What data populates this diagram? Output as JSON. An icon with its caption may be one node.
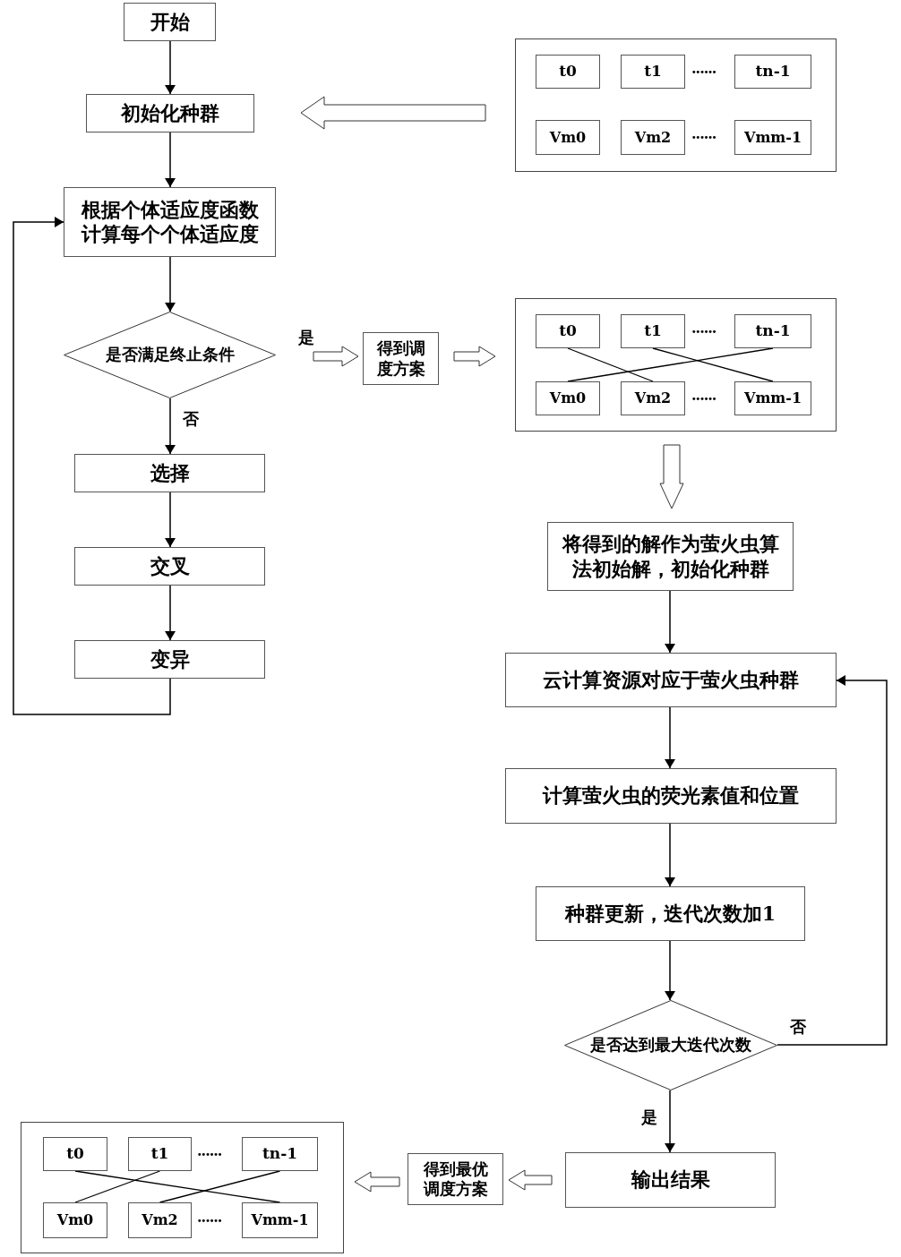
{
  "diagram": {
    "nodes": [
      {
        "text": [
          "开始"
        ]
      },
      {
        "text": [
          "初始化种群"
        ]
      },
      {
        "text": [],
        "shape": "box"
      },
      {
        "text": [
          "t0"
        ],
        "in": 2
      },
      {
        "text": [
          "t1"
        ],
        "in": 2
      },
      {
        "text": [
          "tn-1"
        ],
        "in": 2
      },
      {
        "text": [
          "Vm0"
        ],
        "in": 2
      },
      {
        "text": [
          "Vm2"
        ],
        "in": 2
      },
      {
        "text": [
          "Vmm-1"
        ],
        "in": 2
      },
      {
        "text": [
          "根据个体适应度函数计算每个个体适应度"
        ]
      },
      {
        "text": [
          "是否满足终止条件"
        ]
      },
      {
        "text": [
          "得到调度方案"
        ]
      },
      {
        "text": [],
        "shape": "box"
      },
      {
        "text": [
          "t0"
        ],
        "in": 12
      },
      {
        "text": [
          "t1"
        ],
        "in": 12
      },
      {
        "text": [
          "tn-1"
        ],
        "in": 12
      },
      {
        "text": [
          "Vm0"
        ],
        "in": 12
      },
      {
        "text": [
          "Vm2"
        ],
        "in": 12
      },
      {
        "text": [
          "Vmm-1"
        ],
        "in": 12
      },
      {
        "text": [
          "选择"
        ]
      },
      {
        "text": [
          "交叉"
        ]
      },
      {
        "text": [
          "变异"
        ]
      },
      {
        "text": [
          "将得到的解作为萤火虫算法初始解，初始化种群"
        ]
      },
      {
        "text": [
          "云计算资源对应于萤火虫种群"
        ]
      },
      {
        "text": [
          "计算萤火虫的荧光素值和位置"
        ]
      },
      {
        "text": [
          "种群更新，迭代次数加1"
        ]
      },
      {
        "text": [
          "是否达到最大迭代次数"
        ]
      },
      {
        "text": [
          "输出结果"
        ]
      },
      {
        "text": [
          "得到最优调度方案"
        ]
      },
      {
        "text": [],
        "shape": "box"
      },
      {
        "text": [
          "t0"
        ],
        "in": 29
      },
      {
        "text": [
          "t1"
        ],
        "in": 29
      },
      {
        "text": [
          "tn-1"
        ],
        "in": 29
      },
      {
        "text": [
          "Vm0"
        ],
        "in": 29
      },
      {
        "text": [
          "Vm2"
        ],
        "in": 29
      },
      {
        "text": [
          "Vmm-1"
        ],
        "in": 29
      }
    ],
    "edges": [
      {
        "from": 0,
        "to": 1,
        "arrow": "to"
      },
      {
        "from": 1,
        "to": 9,
        "arrow": "to"
      },
      {
        "from": 9,
        "to": 10,
        "arrow": "to"
      },
      {
        "from": 10,
        "to": 19,
        "arrow": "to",
        "label": "否"
      },
      {
        "from": 19,
        "to": 20,
        "arrow": "to"
      },
      {
        "from": 20,
        "to": 21,
        "arrow": "to"
      },
      {
        "from": 21,
        "to": 9,
        "arrow": "to"
      },
      {
        "from": 2,
        "to": 1,
        "arrow": "to",
        "style": "thick"
      },
      {
        "from": 10,
        "to": 11,
        "arrow": "to",
        "style": "thick",
        "label": "是"
      },
      {
        "from": 11,
        "to": 12,
        "arrow": "to",
        "style": "thick"
      },
      {
        "from": 13,
        "to": 17,
        "arrow": "none"
      },
      {
        "from": 14,
        "to": 18,
        "arrow": "none"
      },
      {
        "from": 15,
        "to": 16,
        "arrow": "none"
      },
      {
        "from": 12,
        "to": 22,
        "arrow": "to",
        "style": "thick"
      },
      {
        "from": 22,
        "to": 23,
        "arrow": "to"
      },
      {
        "from": 23,
        "to": 24,
        "arrow": "to"
      },
      {
        "from": 24,
        "to": 25,
        "arrow": "to"
      },
      {
        "from": 25,
        "to": 26,
        "arrow": "to"
      },
      {
        "from": 26,
        "to": 23,
        "arrow": "to",
        "label": "否"
      },
      {
        "from": 26,
        "to": 27,
        "arrow": "to",
        "label": "是"
      },
      {
        "from": 27,
        "to": 28,
        "arrow": "to",
        "style": "thick"
      },
      {
        "from": 28,
        "to": 29,
        "arrow": "to",
        "style": "thick"
      },
      {
        "from": 30,
        "to": 35,
        "arrow": "none"
      },
      {
        "from": 31,
        "to": 33,
        "arrow": "none"
      },
      {
        "from": 32,
        "to": 34,
        "arrow": "none"
      }
    ],
    "labels": [
      "······",
      "······",
      "······",
      "······",
      "······",
      "······"
    ]
  }
}
